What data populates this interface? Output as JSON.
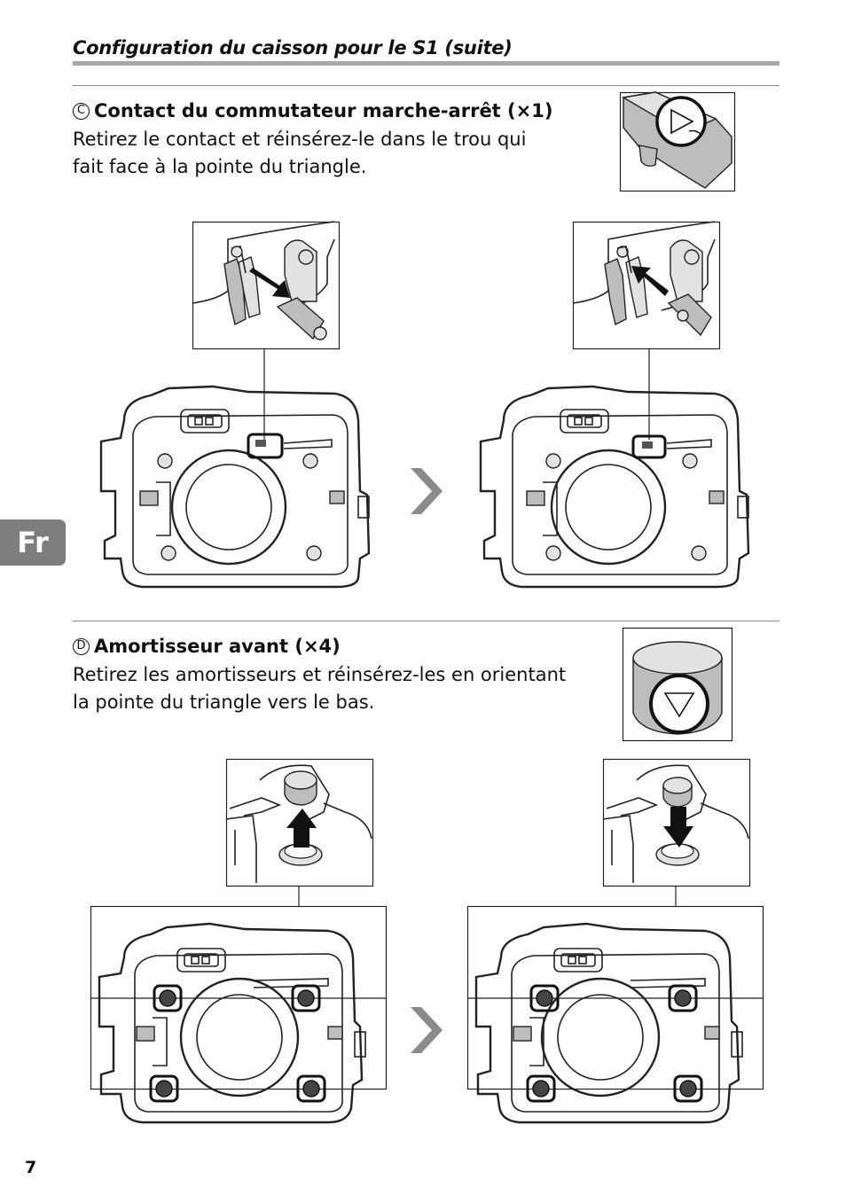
{
  "header": {
    "title": "Configuration du caisson pour le S1 (suite)"
  },
  "section_c": {
    "letter": "C",
    "heading": "Contact du commutateur marche-arrêt (×1)",
    "body_line1": "Retirez le contact et réinsérez-le dans le trou qui",
    "body_line2": "fait face à la pointe du triangle."
  },
  "section_d": {
    "letter": "D",
    "heading": "Amortisseur avant (×4)",
    "body_line1": "Retirez les amortisseurs et réinsérez-les en orientant",
    "body_line2": "la pointe du triangle vers le bas."
  },
  "sidebar_tab": {
    "label": "Fr"
  },
  "footer": {
    "page_number": "7"
  }
}
